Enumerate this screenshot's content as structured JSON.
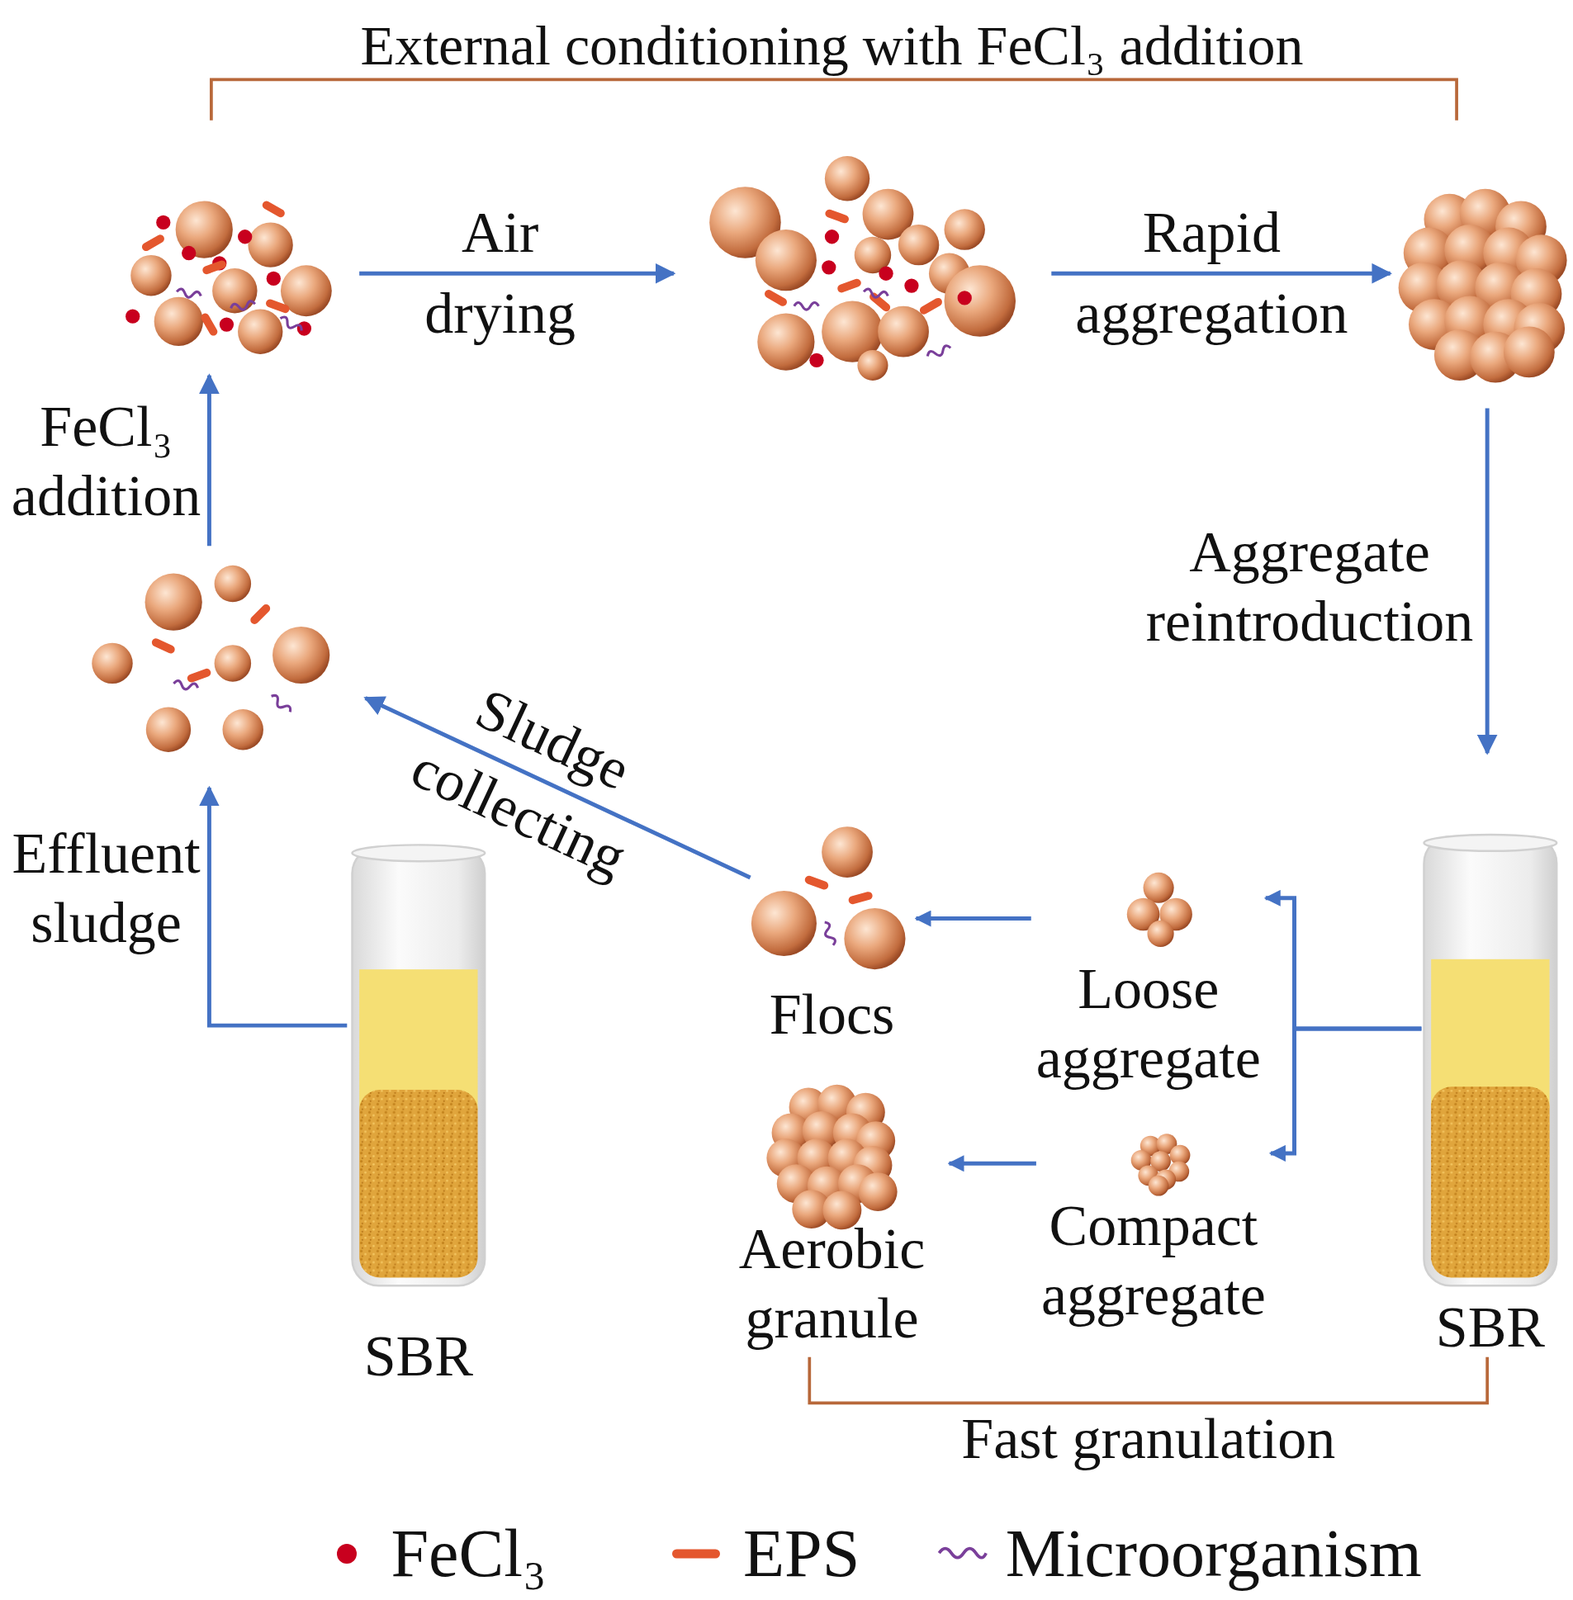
{
  "diagram": {
    "nodes": [
      {
        "text": [
          "Flocs"
        ]
      },
      {
        "text": [
          "Loose aggregate"
        ]
      },
      {
        "text": [
          "Aerobic granule"
        ]
      },
      {
        "text": [
          "Compact aggregate"
        ]
      },
      {
        "text": [
          "SBR"
        ]
      },
      {
        "text": [
          "SBR"
        ]
      }
    ],
    "edges": [
      {
        "from": 5,
        "to": 1,
        "arrow": "to"
      },
      {
        "from": 5,
        "to": 3,
        "arrow": "to"
      },
      {
        "from": 1,
        "to": 0,
        "arrow": "to"
      },
      {
        "from": 3,
        "to": 2,
        "arrow": "to"
      }
    ],
    "labels": [
      "External conditioning with FeCl₃ addition",
      "Air drying",
      "Rapid aggregation",
      "Aggregate reintroduction",
      "Sludge collecting",
      "FeCl₃ addition",
      "Effluent sludge",
      "Fast granulation"
    ],
    "legend": [
      {
        "text": "FeCl₃",
        "color": "#c8001e"
      },
      {
        "text": "EPS",
        "color": "#e4572e"
      },
      {
        "text": "Microorganism"
      }
    ]
  }
}
